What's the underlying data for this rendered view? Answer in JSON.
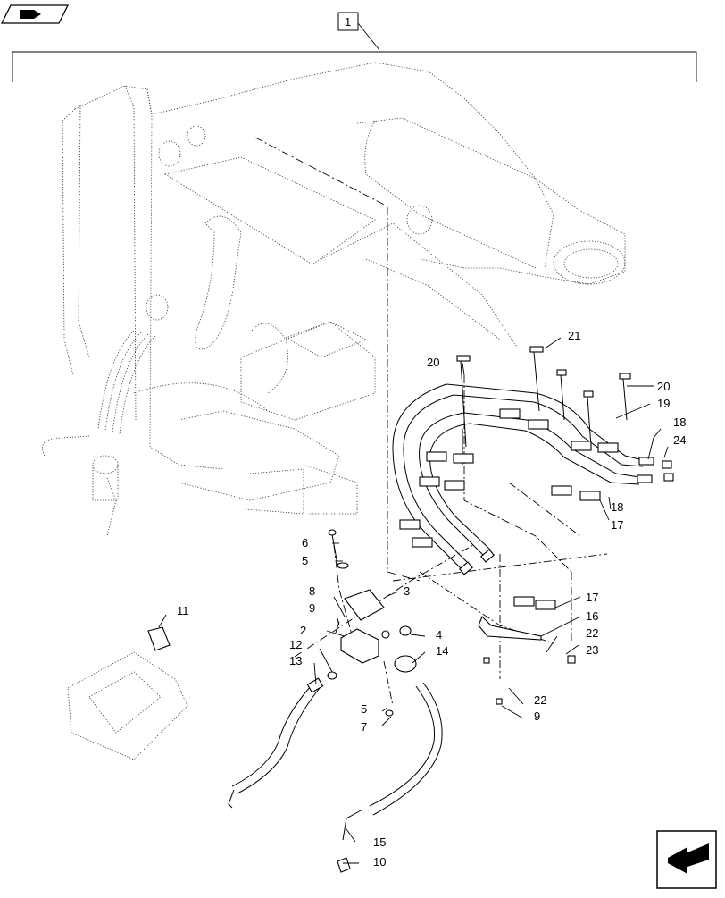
{
  "header": {
    "top_left_icon": "book-arrow-icon",
    "assembly_number": "1"
  },
  "nav": {
    "bottom_right_icon": "return-arrow-icon"
  },
  "callouts": {
    "c2": "2",
    "c3": "3",
    "c4": "4",
    "c5a": "5",
    "c5b": "5",
    "c6": "6",
    "c7": "7",
    "c8": "8",
    "c9a": "9",
    "c9b": "9",
    "c10": "10",
    "c11": "11",
    "c12": "12",
    "c13": "13",
    "c14": "14",
    "c15": "15",
    "c16": "16",
    "c17a": "17",
    "c17b": "17",
    "c18a": "18",
    "c18b": "18",
    "c19": "19",
    "c20a": "20",
    "c20b": "20",
    "c21": "21",
    "c22a": "22",
    "c22b": "22",
    "c23": "23",
    "c24": "24"
  }
}
